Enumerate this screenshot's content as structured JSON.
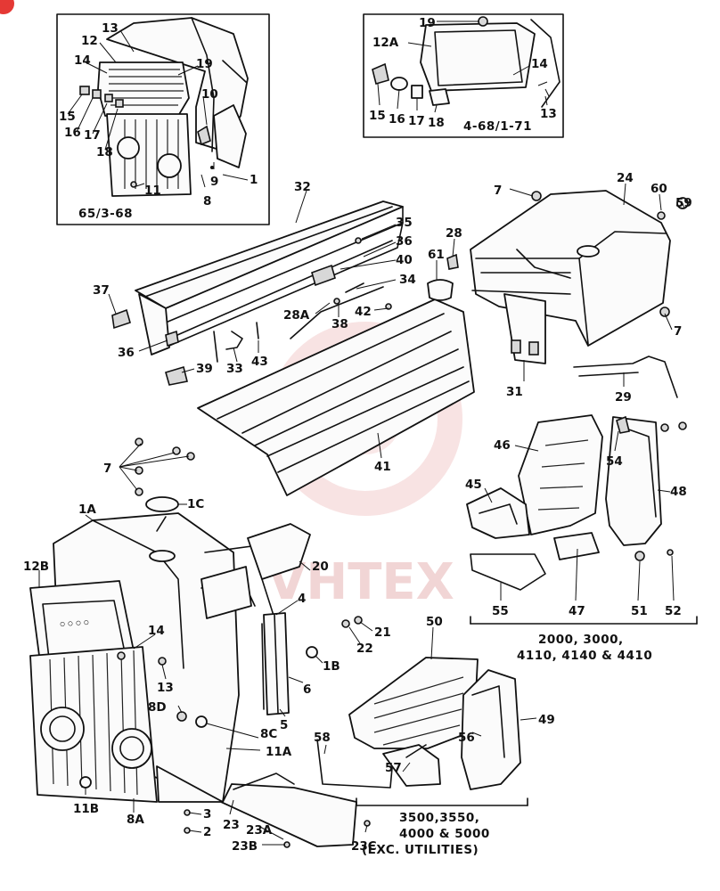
{
  "watermark": "VHTEX",
  "colors": {
    "line": "#111111",
    "watermark": "#e8b4b4",
    "badge": "#e53935"
  },
  "insets": {
    "left": {
      "caption": "65/3-68"
    },
    "right": {
      "caption": "4-68/1-71"
    }
  },
  "groups": {
    "middle": "2000, 3000,",
    "middle2": "4110, 4140 & 4410",
    "bottom1": "3500,3550,",
    "bottom2": "4000 & 5000",
    "bottom3": "(EXC. UTILITIES)"
  },
  "callouts": {
    "l13": "13",
    "l12": "12",
    "l14": "14",
    "l19": "19",
    "l10": "10",
    "l15": "15",
    "l16": "16",
    "l17": "17",
    "l18": "18",
    "l11": "11",
    "l8": "8",
    "l9": "9",
    "l1": "1",
    "r19": "19",
    "r12A": "12A",
    "r14": "14",
    "r15": "15",
    "r16": "16",
    "r17": "17",
    "r18": "18",
    "r13": "13",
    "n32": "32",
    "n35": "35",
    "n36a": "36",
    "n40": "40",
    "n34": "34",
    "n37": "37",
    "n28A": "28A",
    "n38": "38",
    "n42": "42",
    "n36b": "36",
    "n33": "33",
    "n43": "43",
    "n39": "39",
    "n41": "41",
    "n61": "61",
    "n28": "28",
    "n7a": "7",
    "n24": "24",
    "n60": "60",
    "n59": "59",
    "n7b": "7",
    "n31": "31",
    "n29": "29",
    "n46": "46",
    "n54": "54",
    "n48": "48",
    "n45": "45",
    "n55": "55",
    "n47": "47",
    "n51": "51",
    "n52": "52",
    "n7c": "7",
    "n1C": "1C",
    "n1A": "1A",
    "n12B": "12B",
    "n14b": "14",
    "n13b": "13",
    "n20": "20",
    "n4": "4",
    "n21": "21",
    "n22": "22",
    "n1B": "1B",
    "n6": "6",
    "n5": "5",
    "n8D": "8D",
    "n8C": "8C",
    "n11A": "11A",
    "n11B": "11B",
    "n8A": "8A",
    "n3": "3",
    "n2": "2",
    "n23": "23",
    "n23A": "23A",
    "n23B": "23B",
    "n23C": "23C",
    "n50": "50",
    "n58": "58",
    "n57": "57",
    "n56": "56",
    "n49": "49"
  }
}
